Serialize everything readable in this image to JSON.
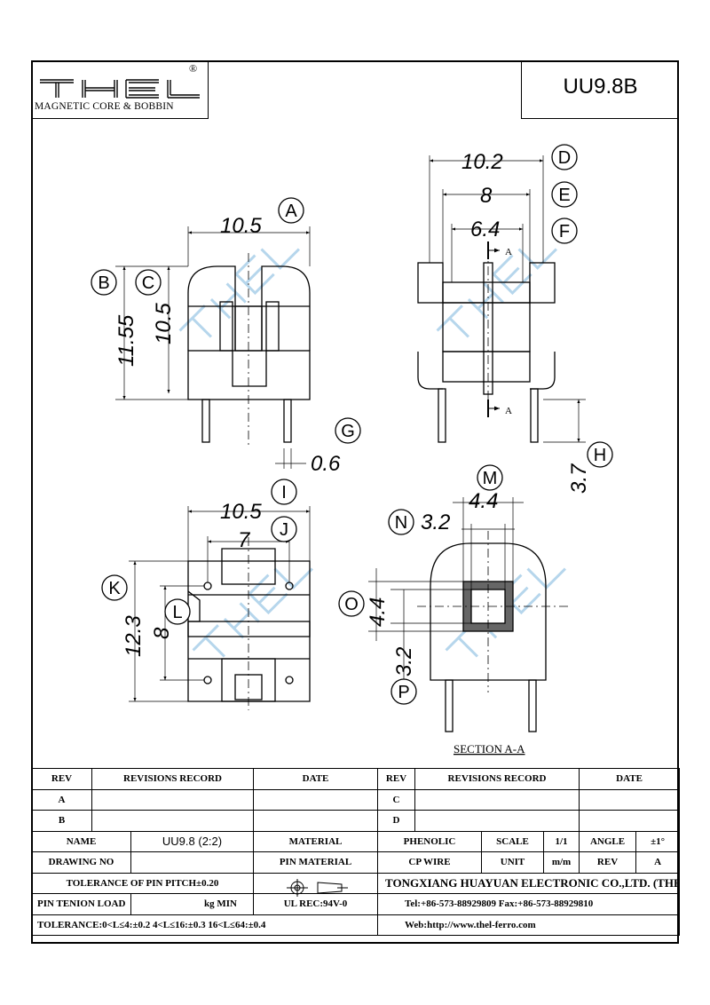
{
  "logo": {
    "word": "THEL",
    "registered": "®",
    "tagline": "MAGNETIC CORE & BOBBIN"
  },
  "title": "UU9.8B",
  "dimensions": {
    "A": "10.5",
    "B": "11.55",
    "C": "10.5",
    "D": "10.2",
    "E": "8",
    "F": "6.4",
    "G": "0.6",
    "H": "3.7",
    "I": "10.5",
    "J": "7",
    "K": "12.3",
    "L": "8",
    "M": "4.4",
    "N": "3.2",
    "O": "4.4",
    "P": "3.2"
  },
  "callouts": [
    "A",
    "B",
    "C",
    "D",
    "E",
    "F",
    "G",
    "H",
    "I",
    "J",
    "K",
    "L",
    "M",
    "N",
    "O",
    "P"
  ],
  "section_marker": "A",
  "section_label": "SECTION A-A",
  "title_block": {
    "rev_header": "REV",
    "revisions_header": "REVISIONS RECORD",
    "date_header": "DATE",
    "revs_left": [
      "A",
      "B"
    ],
    "revs_right": [
      "C",
      "D"
    ],
    "name_label": "NAME",
    "name_value": "UU9.8 (2:2)",
    "material_label": "MATERIAL",
    "material_value": "PHENOLIC",
    "scale_label": "SCALE",
    "scale_value": "1/1",
    "angle_label": "ANGLE",
    "angle_value": "±1°",
    "drawing_no_label": "DRAWING NO",
    "pin_material_label": "PIN MATERIAL",
    "pin_material_value": "CP WIRE",
    "unit_label": "UNIT",
    "unit_value": "m/m",
    "rev_label": "REV",
    "rev_value": "A",
    "tolerance_pitch": "TOLERANCE OF PIN PITCH±0.20",
    "company": "TONGXIANG HUAYUAN ELECTRONIC CO.,LTD.  (THEL)",
    "pin_tension": "PIN TENION LOAD",
    "pin_tension_unit": "kg MIN",
    "ul_rec": "UL REC:94V-0",
    "tel_fax": "Tel:+86-573-88929809 Fax:+86-573-88929810",
    "tolerance": "TOLERANCE:0<L≤4:±0.2  4<L≤16:±0.3  16<L≤64:±0.4",
    "web": "Web:http://www.thel-ferro.com"
  },
  "colors": {
    "line": "#000000",
    "watermark": "#9ec9e6"
  }
}
